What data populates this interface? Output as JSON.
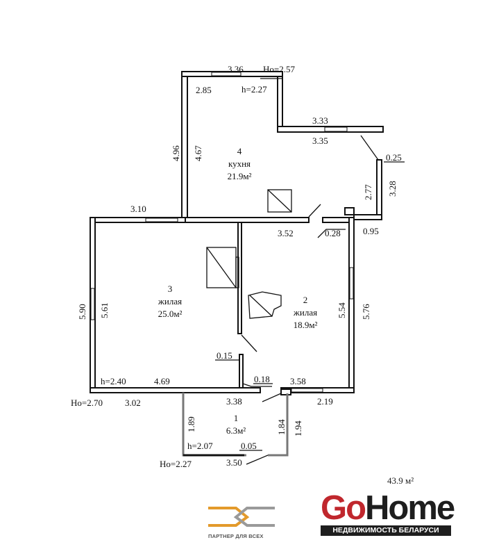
{
  "plan": {
    "rooms": [
      {
        "number": "4",
        "name": "кухня",
        "area": "21.9м²"
      },
      {
        "number": "3",
        "name": "жилая",
        "area": "25.0м²"
      },
      {
        "number": "2",
        "name": "жилая",
        "area": "18.9м²"
      },
      {
        "number": "1",
        "area": "6.3м²"
      }
    ],
    "dims": {
      "d336": "3.36",
      "ho257": "Hо=2.57",
      "d285": "2.85",
      "h227": "h=2.27",
      "d333": "3.33",
      "d335": "3.35",
      "d025": "0.25",
      "d496": "4.96",
      "d467": "4.67",
      "d277": "2.77",
      "d328": "3.28",
      "d310": "3.10",
      "d352": "3.52",
      "d028": "0.28",
      "d095": "0.95",
      "d590": "5.90",
      "d561": "5.61",
      "d554": "5.54",
      "d576": "5.76",
      "d015": "0.15",
      "h240": "h=2.40",
      "d469": "4.69",
      "d018": "0.18",
      "d358": "3.58",
      "ho270": "Hо=2.70",
      "d302": "3.02",
      "d338": "3.38",
      "d219": "2.19",
      "d189": "1.89",
      "d184": "1.84",
      "d194": "1.94",
      "h207": "h=2.07",
      "d005": "0.05",
      "ho227": "Hо=2.27",
      "d350": "3.50"
    },
    "total_area": "43.9 м²"
  },
  "logos": {
    "partner_tagline": "ПАРТНЕР ДЛЯ ВСЕХ",
    "gohome_go": "Go",
    "gohome_home": "Home",
    "gohome_tagline": "НЕДВИЖИМОСТЬ БЕЛАРУСИ"
  }
}
